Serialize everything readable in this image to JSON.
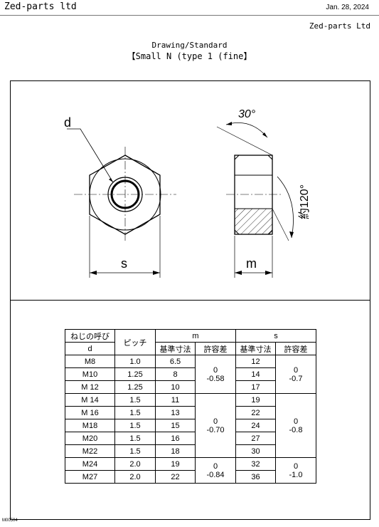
{
  "header": {
    "company_left": "Zed-parts ltd",
    "date": "Jan. 28, 2024"
  },
  "company_right": "Zed-parts Ltd",
  "title": {
    "line1": "Drawing/Standard",
    "line2": "【Small N (type 1 (fine】"
  },
  "drawing": {
    "label_d": "d",
    "label_s": "s",
    "label_m": "m",
    "angle_top": "30°",
    "angle_side": "約120°"
  },
  "table": {
    "header": {
      "nominal": "ねじの呼び",
      "d": "d",
      "pitch": "ピッチ",
      "m": "m",
      "s": "s",
      "m_basic": "基準寸法",
      "m_tol": "許容差",
      "s_basic": "基準寸法",
      "s_tol": "許容差"
    },
    "rows": [
      {
        "d": "M8",
        "pitch": "1.0",
        "m": "6.5",
        "s": "12"
      },
      {
        "d": "M10",
        "pitch": "1.25",
        "m": "8",
        "s": "14"
      },
      {
        "d": "M 12",
        "pitch": "1.25",
        "m": "10",
        "s": "17"
      },
      {
        "d": "M 14",
        "pitch": "1.5",
        "m": "11",
        "s": "19"
      },
      {
        "d": "M 16",
        "pitch": "1.5",
        "m": "13",
        "s": "22"
      },
      {
        "d": "M18",
        "pitch": "1.5",
        "m": "15",
        "s": "24"
      },
      {
        "d": "M20",
        "pitch": "1.5",
        "m": "16",
        "s": "27"
      },
      {
        "d": "M22",
        "pitch": "1.5",
        "m": "18",
        "s": "30"
      },
      {
        "d": "M24",
        "pitch": "2.0",
        "m": "19",
        "s": "32"
      },
      {
        "d": "M27",
        "pitch": "2.0",
        "m": "22",
        "s": "36"
      }
    ],
    "m_tol_groups": [
      {
        "upper": "0",
        "lower": "-0.58"
      },
      {
        "upper": "0",
        "lower": "-0.70"
      },
      {
        "upper": "0",
        "lower": "-0.84"
      }
    ],
    "s_tol_groups": [
      {
        "upper": "0",
        "lower": "-0.7"
      },
      {
        "upper": "0",
        "lower": "-0.8"
      },
      {
        "upper": "0",
        "lower": "-1.0"
      }
    ]
  },
  "footer_code": "M00504"
}
